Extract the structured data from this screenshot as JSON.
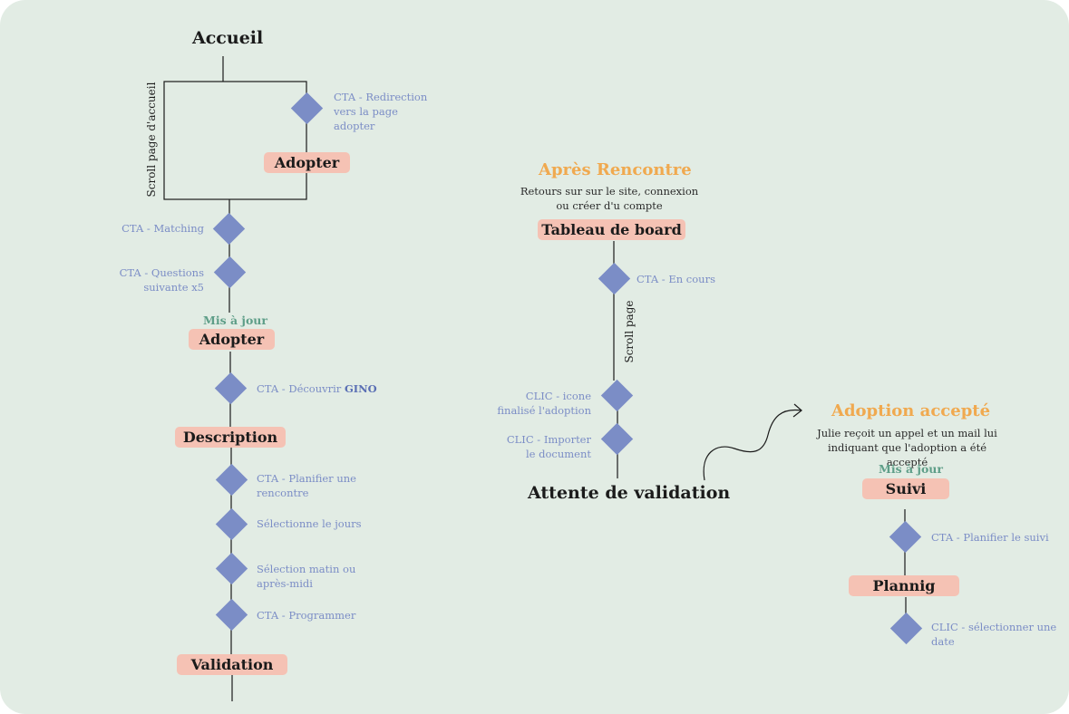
{
  "flow_left": {
    "title": "Accueil",
    "scroll_label": "Scroll page d'accueil",
    "cta_redirection": "CTA - Redirection vers la page adopter",
    "adopter_1": "Adopter",
    "cta_matching": "CTA - Matching",
    "cta_questions": "CTA - Questions suivante x5",
    "update_label": "Mis à jour",
    "adopter_2": "Adopter",
    "cta_discover": "CTA - Découvrir",
    "cta_discover_name": "GINO",
    "description": "Description",
    "cta_plan_meeting": "CTA - Planifier une rencontre",
    "select_days": "Sélectionne le jours",
    "select_time": "Sélection matin ou après-midi",
    "cta_program": "CTA - Programmer",
    "validation": "Validation"
  },
  "flow_middle": {
    "title": "Après Rencontre",
    "subtitle": "Retours sur sur le site, connexion ou créer d'u compte",
    "dashboard": "Tableau de board",
    "cta_in_progress": "CTA - En cours",
    "scroll_label": "Scroll page",
    "click_finalize": "CLIC - icone finalisé l'adoption",
    "click_import": "CLIC - Importer le document",
    "waiting": "Attente de validation"
  },
  "flow_right": {
    "title": "Adoption accepté",
    "subtitle": "Julie reçoit un appel et un mail lui indiquant que l'adoption a été accepté",
    "update_label": "Mis à jour",
    "suivi": "Suivi",
    "cta_plan_followup": "CTA - Planifier le suivi",
    "planning": "Plannig",
    "click_select_date": "CLIC - sélectionner une date"
  },
  "colors": {
    "background": "#e2ece4",
    "pill": "#f5c2b4",
    "diamond": "#7b8dc6",
    "cta_text": "#7b8dc6",
    "accent_orange": "#f0a94f",
    "accent_green": "#5e9e88",
    "line": "#1b1b1b"
  }
}
